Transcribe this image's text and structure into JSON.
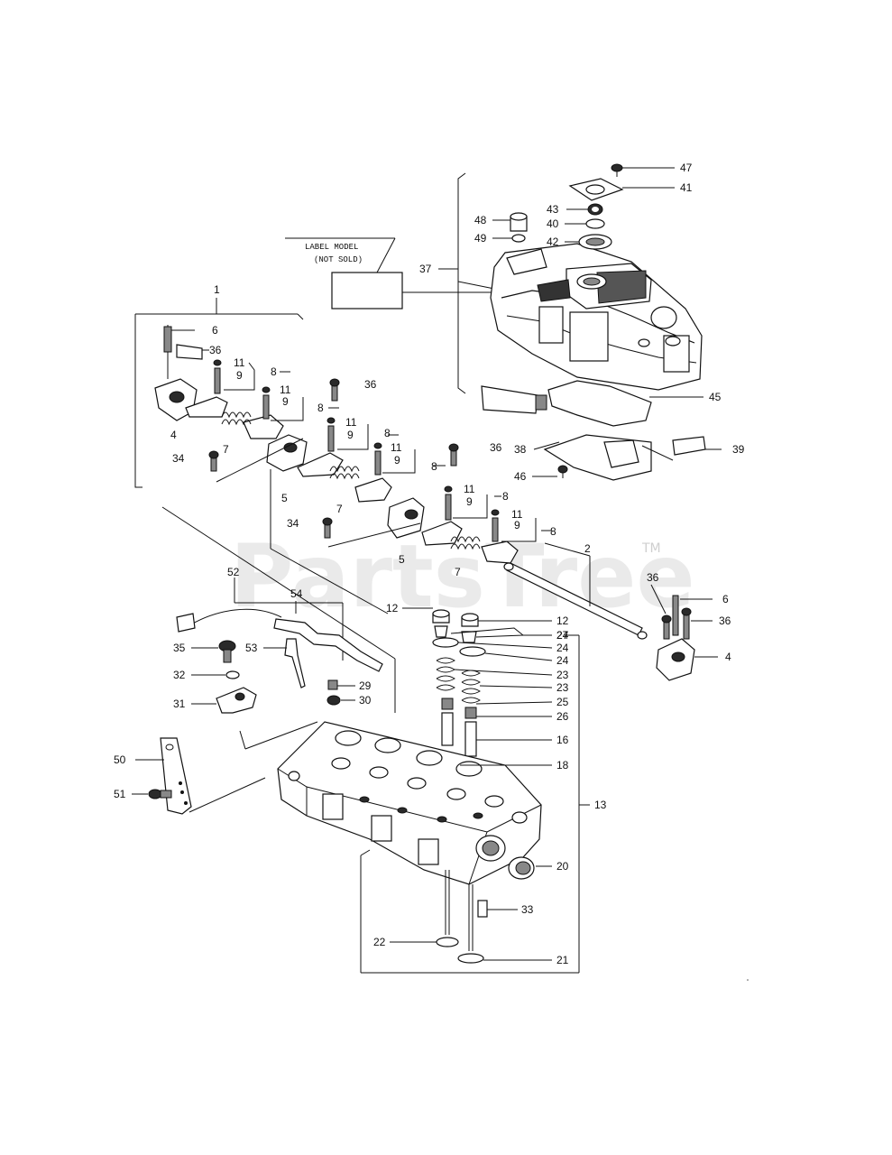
{
  "watermark": "PartsTree",
  "watermark_tm": "TM",
  "label_model": {
    "line1": "LABEL MODEL",
    "line2": "(NOT SOLD)"
  },
  "callouts": {
    "n1": "1",
    "n2": "2",
    "n4a": "4",
    "n4b": "4",
    "n5a": "5",
    "n5b": "5",
    "n6a": "6",
    "n6b": "6",
    "n7a": "7",
    "n7b": "7",
    "n7c": "7",
    "n8a": "8",
    "n8b": "8",
    "n8c": "8",
    "n8d": "8",
    "n8e": "8",
    "n8f": "8",
    "n9a": "9",
    "n9b": "9",
    "n9c": "9",
    "n9d": "9",
    "n9e": "9",
    "n9f": "9",
    "n11a": "11",
    "n11b": "11",
    "n11c": "11",
    "n11d": "11",
    "n11e": "11",
    "n11f": "11",
    "n12a": "12",
    "n12b": "12",
    "n13": "13",
    "n16": "16",
    "n18": "18",
    "n20": "20",
    "n21": "21",
    "n22": "22",
    "n23a": "23",
    "n23b": "23",
    "n24a": "24",
    "n24b": "24",
    "n24c": "24",
    "n25": "25",
    "n26": "26",
    "n27": "27",
    "n29": "29",
    "n30": "30",
    "n31": "31",
    "n32": "32",
    "n33": "33",
    "n34a": "34",
    "n34b": "34",
    "n35": "35",
    "n36a": "36",
    "n36b": "36",
    "n36c": "36",
    "n36d": "36",
    "n36e": "36",
    "n37": "37",
    "n38": "38",
    "n39": "39",
    "n40": "40",
    "n41": "41",
    "n42": "42",
    "n43": "43",
    "n45": "45",
    "n46": "46",
    "n47": "47",
    "n48": "48",
    "n49": "49",
    "n50": "50",
    "n51": "51",
    "n52": "52",
    "n53": "53",
    "n54": "54"
  }
}
